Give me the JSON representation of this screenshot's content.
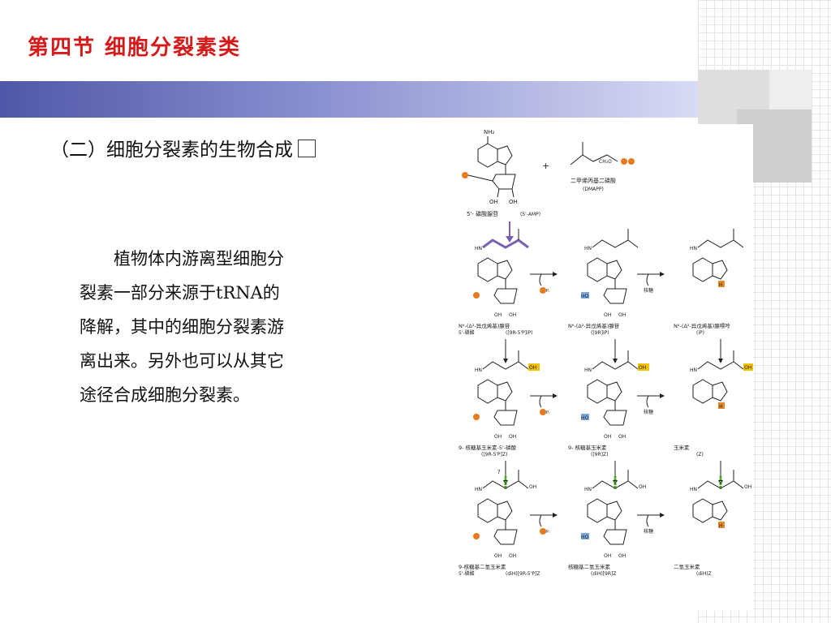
{
  "slide": {
    "title": "第四节  细胞分裂素类",
    "subtitle": "（二）细胞分裂素的生物合成",
    "body_lines": [
      "植物体内游离型细胞分",
      "裂素一部分来源于tRNA的",
      "降解，其中的细胞分裂素游",
      "离出来。另外也可以从其它",
      "途径合成细胞分裂素。"
    ]
  },
  "diagram": {
    "top": {
      "amp_label": "5'- 磷酸腺苷",
      "amp_abbr": "(5'-AMP)",
      "plus": "+",
      "dmapp_label": "二甲烯丙基二磷酸",
      "dmapp_abbr": "(DMAPP)",
      "ch2o": "CH₂O",
      "nh2": "NH₂"
    },
    "rows": [
      {
        "labels": [
          {
            "name": "N⁶-(Δ²-异戊烯基)腺苷",
            "sub": "5'-磷酸",
            "abbr": "([9R-5'P]iP)"
          },
          {
            "name": "N⁶-(Δ²-异戊烯基)腺苷",
            "sub": "",
            "abbr": "([9R]iP)"
          },
          {
            "name": "N⁶-(Δ²-异戊烯基)腺嘌呤",
            "sub": "",
            "abbr": "(iP)"
          }
        ]
      },
      {
        "labels": [
          {
            "name": "9- 核糖基玉米素-5'-磷酸",
            "sub": "",
            "abbr": "([9R-5'P]Z)"
          },
          {
            "name": "9- 核糖基玉米素",
            "sub": "",
            "abbr": "([9R]Z)"
          },
          {
            "name": "玉米素",
            "sub": "",
            "abbr": "(Z)"
          }
        ]
      },
      {
        "labels": [
          {
            "name": "9-核糖基二氢玉米素",
            "sub": "5'-磷酸",
            "abbr": "(diH)[9R-5'P]Z"
          },
          {
            "name": "核糖基二氢玉米素",
            "sub": "",
            "abbr": "(diH)[9R]Z"
          },
          {
            "name": "二氢玉米素",
            "sub": "",
            "abbr": "(diH)Z"
          }
        ]
      }
    ],
    "arrow_labels": {
      "pi": "Pᵢ",
      "ribose": "核糖",
      "question": "?",
      "oh": "OH",
      "nh": "HN",
      "ho": "HO",
      "p": "P",
      "h": "H",
      "n": "N",
      "o": "O"
    },
    "colors": {
      "purple_chain": "#7b5fb0",
      "yellow_oh": "#f2c200",
      "green_chain": "#4aa81f",
      "phosphate": "#e87a1e",
      "ho_blue": "#7aa9de",
      "h_orange": "#e88a2a"
    }
  }
}
